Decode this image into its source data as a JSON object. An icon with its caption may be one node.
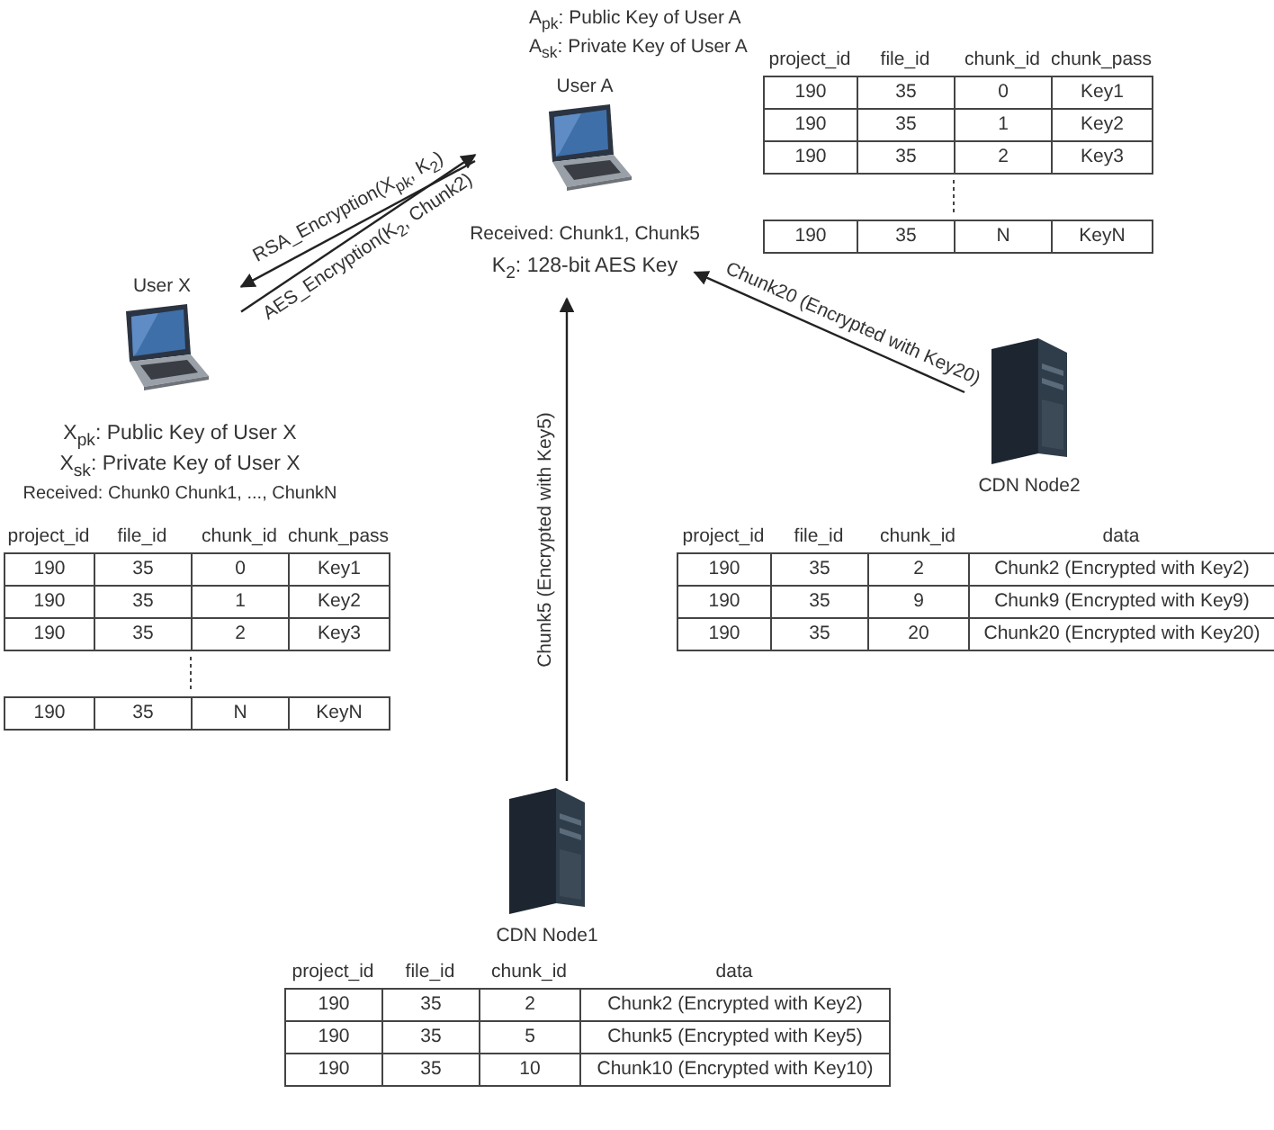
{
  "diagram": {
    "nodes": [
      {
        "text": [
          "User A"
        ],
        "beside": [
          "A$_{pk}$: Public Key of User A",
          "A$_{sk}$: Private Key of User A",
          "Received: Chunk1, Chunk5",
          "K$_{2}$: 128-bit AES Key"
        ]
      },
      {
        "text": [
          "User X"
        ],
        "beside": [
          "X$_{pk}$: Public Key of User X",
          "X$_{sk}$: Private Key of User X",
          "Received: Chunk0 Chunk1, ..., ChunkN"
        ]
      },
      {
        "text": [
          "CDN Node2"
        ]
      },
      {
        "text": [
          "CDN Node1"
        ]
      }
    ],
    "edges": [
      {
        "from": 0,
        "to": 1,
        "arrow": "to",
        "label": "RSA_Encryption(X$_{pk}$, K$_{2}$)"
      },
      {
        "from": 1,
        "to": 0,
        "arrow": "to",
        "label": "AES_Encryption(K$_{2}$, Chunk2)"
      },
      {
        "from": 2,
        "to": 0,
        "arrow": "to",
        "label": "Chunk20 (Encrypted with Key20)"
      },
      {
        "from": 3,
        "to": 0,
        "arrow": "to",
        "label": "Chunk5 (Encrypted with Key5)"
      }
    ],
    "labels": [
      "project_id",
      "file_id",
      "chunk_id",
      "chunk_pass",
      "190",
      "35",
      "0",
      "Key1",
      "190",
      "35",
      "1",
      "Key2",
      "190",
      "35",
      "2",
      "Key3",
      "190",
      "35",
      "N",
      "KeyN",
      "project_id",
      "file_id",
      "chunk_id",
      "chunk_pass",
      "190",
      "35",
      "0",
      "Key1",
      "190",
      "35",
      "1",
      "Key2",
      "190",
      "35",
      "2",
      "Key3",
      "190",
      "35",
      "N",
      "KeyN",
      "project_id",
      "file_id",
      "chunk_id",
      "data",
      "190",
      "35",
      "2",
      "Chunk2 (Encrypted with Key2)",
      "190",
      "35",
      "9",
      "Chunk9 (Encrypted with Key9)",
      "190",
      "35",
      "20",
      "Chunk20 (Encrypted with Key20)",
      "project_id",
      "file_id",
      "chunk_id",
      "data",
      "190",
      "35",
      "2",
      "Chunk2 (Encrypted with Key2)",
      "190",
      "35",
      "5",
      "Chunk5 (Encrypted with Key5)",
      "190",
      "35",
      "10",
      "Chunk10 (Encrypted with Key10)"
    ]
  }
}
